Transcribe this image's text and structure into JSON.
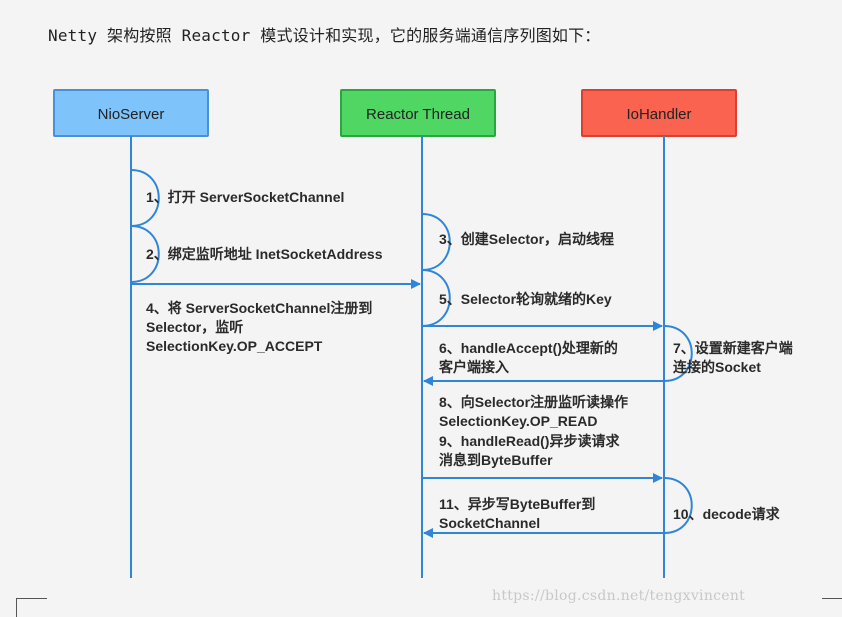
{
  "intro_text": "Netty 架构按照 Reactor 模式设计和实现，它的服务端通信序列图如下：",
  "participants": [
    {
      "label": "NioServer",
      "fill": "#7ec3f9",
      "stroke": "#4a90d9"
    },
    {
      "label": "Reactor Thread",
      "fill": "#4fd663",
      "stroke": "#2aa640"
    },
    {
      "label": "IoHandler",
      "fill": "#fb6351",
      "stroke": "#d9402f"
    }
  ],
  "colors": {
    "lifeline": "#2f86d8",
    "arrow": "#2f86d8",
    "text": "#2a2a2a"
  },
  "steps": {
    "s1": "1、打开 ServerSocketChannel",
    "s2": "2、绑定监听地址 InetSocketAddress",
    "s3": "3、创建Selector，启动线程",
    "s4": [
      "4、将 ServerSocketChannel注册到",
      "Selector，监听",
      "SelectionKey.OP_ACCEPT"
    ],
    "s5": "5、Selector轮询就绪的Key",
    "s6": [
      "6、handleAccept()处理新的",
      "客户端接入"
    ],
    "s7": [
      "7、设置新建客户端",
      "连接的Socket"
    ],
    "s8": [
      "8、向Selector注册监听读操作",
      "SelectionKey.OP_READ"
    ],
    "s9": [
      "9、handleRead()异步读请求",
      "消息到ByteBuffer"
    ],
    "s10": "10、decode请求",
    "s11": [
      "11、异步写ByteBuffer到",
      "SocketChannel"
    ]
  },
  "watermark": "https://blog.csdn.net/tengxvincent"
}
